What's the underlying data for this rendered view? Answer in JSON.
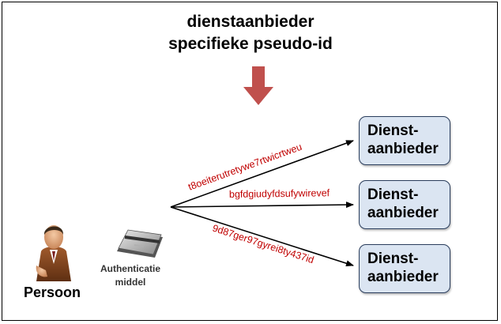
{
  "title": {
    "line1": "dienstaanbieder",
    "line2": "specifieke pseudo-id"
  },
  "services": [
    {
      "line1": "Dienst-",
      "line2": "aanbieder"
    },
    {
      "line1": "Dienst-",
      "line2": "aanbieder"
    },
    {
      "line1": "Dienst-",
      "line2": "aanbieder"
    }
  ],
  "pseudo_ids": [
    "t8oeiterutretywe7rtwicrtweu",
    "bgfdgiudyfdsufywirevef",
    "9d87ger97gyrei8ty437id"
  ],
  "person": {
    "label": "Persoon"
  },
  "auth": {
    "line1": "Authenticatie",
    "line2": "middel"
  },
  "colors": {
    "pseudo_id_text": "#c00000",
    "down_arrow": "#c0504d",
    "box_fill": "#dbe5f2",
    "box_border": "#2a3d5c"
  },
  "icons": [
    "person-icon",
    "card-icon",
    "down-arrow-icon"
  ]
}
